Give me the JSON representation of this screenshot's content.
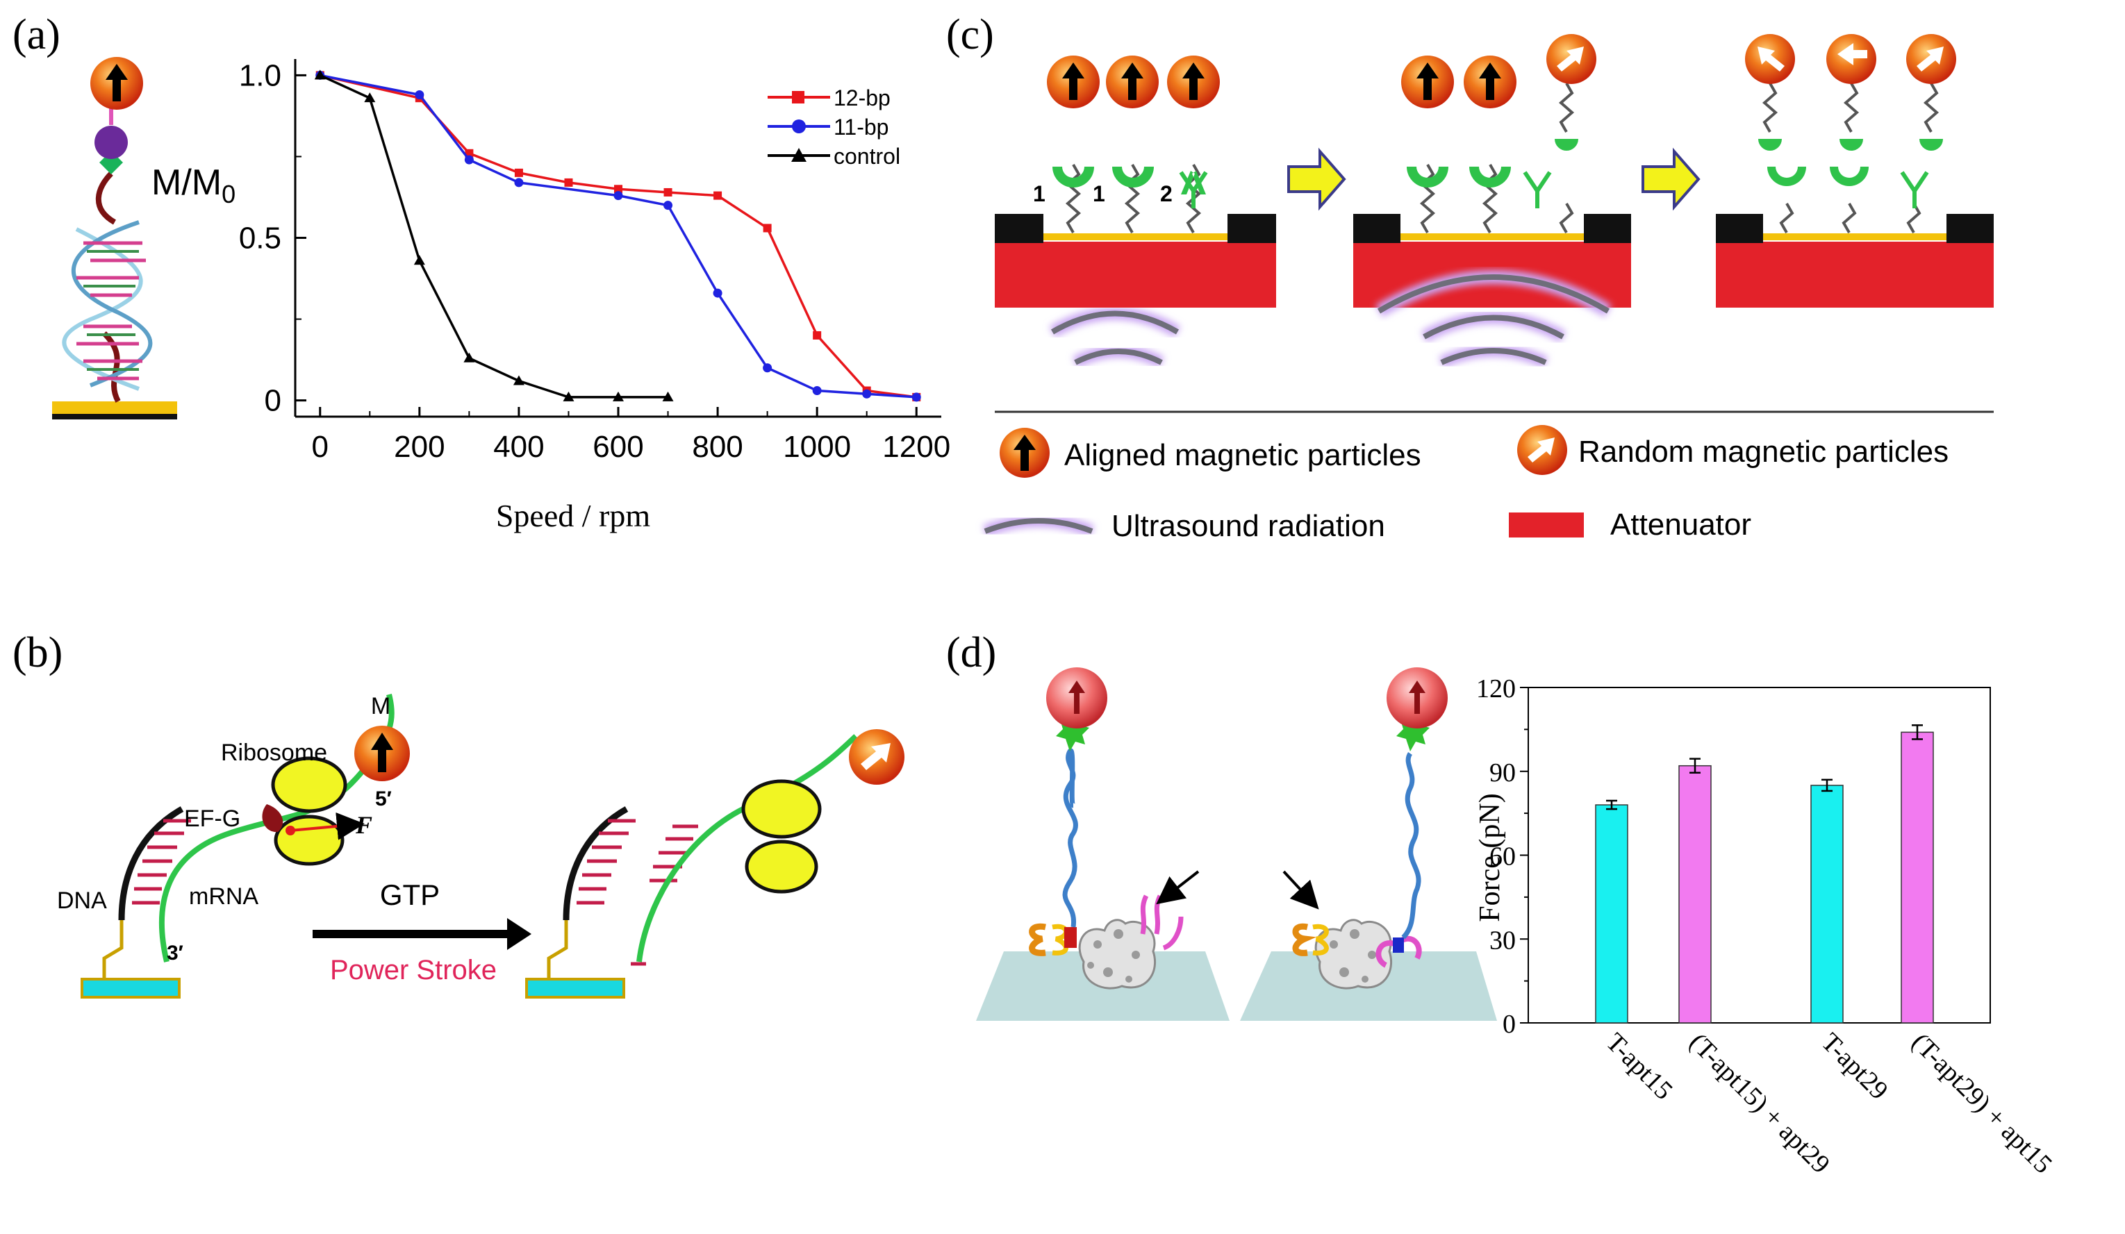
{
  "panels": {
    "a": {
      "label": "(a)",
      "ylabel": "M/M",
      "ylabel_sub": "0",
      "xlabel": "Speed / rpm",
      "legend": [
        "12-bp",
        "11-bp",
        "control"
      ]
    },
    "b": {
      "label": "(b)",
      "text_M": "M",
      "text_ribosome": "Ribosome",
      "text_efg": "EF-G",
      "text_5prime": "5′",
      "text_F": "F",
      "text_dna": "DNA",
      "text_mrna": "mRNA",
      "text_3prime": "3′",
      "text_gtp": "GTP",
      "text_power": "Power Stroke"
    },
    "c": {
      "label": "(c)",
      "num1a": "1",
      "num1b": "1",
      "num2": "2",
      "legend_aligned": "Aligned magnetic particles",
      "legend_random": "Random magnetic particles",
      "legend_ultrasound": "Ultrasound radiation",
      "legend_attenuator": "Attenuator"
    },
    "d": {
      "label": "(d)",
      "ylabel": "Force (pN)"
    }
  },
  "colors": {
    "red_series": "#e8161b",
    "blue_series": "#1f22e0",
    "black_series": "#000000",
    "cyan_bar": "#19f0f0",
    "magenta_bar": "#f27af0",
    "attenuator": "#e3222a",
    "gold": "#f3c20c",
    "green": "#2fc24a",
    "yellow": "#f1f523"
  },
  "chart_data": [
    {
      "type": "line",
      "panel": "a",
      "xlabel": "Speed / rpm",
      "ylabel": "M/M0",
      "xlim": [
        0,
        1200
      ],
      "ylim": [
        0,
        1.0
      ],
      "xticks": [
        "0",
        "200",
        "400",
        "600",
        "800",
        "1000",
        "1200"
      ],
      "yticks": [
        "0",
        "0.5",
        "1.0"
      ],
      "series": [
        {
          "name": "12-bp",
          "color": "#e8161b",
          "marker": "square",
          "x": [
            0,
            200,
            300,
            400,
            500,
            600,
            700,
            800,
            900,
            1000,
            1100,
            1200
          ],
          "y": [
            1.0,
            0.93,
            0.76,
            0.7,
            0.67,
            0.65,
            0.64,
            0.63,
            0.53,
            0.2,
            0.03,
            0.01
          ]
        },
        {
          "name": "11-bp",
          "color": "#1f22e0",
          "marker": "circle",
          "x": [
            0,
            200,
            300,
            400,
            600,
            700,
            800,
            900,
            1000,
            1100,
            1200
          ],
          "y": [
            1.0,
            0.94,
            0.74,
            0.67,
            0.63,
            0.6,
            0.33,
            0.1,
            0.03,
            0.02,
            0.01
          ]
        },
        {
          "name": "control",
          "color": "#000000",
          "marker": "triangle",
          "x": [
            0,
            100,
            200,
            300,
            400,
            500,
            600,
            700
          ],
          "y": [
            1.0,
            0.93,
            0.43,
            0.13,
            0.06,
            0.01,
            0.01,
            0.01
          ]
        }
      ],
      "legend": "top-right"
    },
    {
      "type": "bar",
      "panel": "d",
      "ylabel": "Force (pN)",
      "ylim": [
        0,
        120
      ],
      "yticks": [
        "0",
        "30",
        "60",
        "90",
        "120"
      ],
      "categories": [
        "T-apt15",
        "(T-apt15) + apt29",
        "T-apt29",
        "(T-apt29) + apt15"
      ],
      "values": [
        78,
        92,
        85,
        104
      ],
      "errors": [
        1.5,
        2.5,
        2.0,
        2.5
      ],
      "bar_colors": [
        "#19f0f0",
        "#f27af0",
        "#19f0f0",
        "#f27af0"
      ]
    }
  ]
}
